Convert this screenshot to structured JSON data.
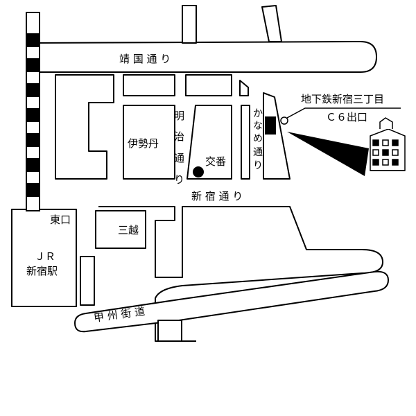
{
  "map": {
    "roads": {
      "yasukuni": "靖 国 通 り",
      "shinjuku": "新 宿 通 り",
      "meiji": [
        "明",
        "治",
        "通",
        "り"
      ],
      "kaname": [
        "か",
        "な",
        "め",
        "通",
        "り"
      ],
      "koshu": "甲 州 街 道"
    },
    "places": {
      "isetan": "伊勢丹",
      "mitsukoshi": "三越",
      "koban": "交番",
      "jr_station_line1": "ＪＲ",
      "jr_station_line2": "新宿駅",
      "east_exit": "東口"
    },
    "exit": {
      "line1": "地下鉄新宿三丁目",
      "line2": "Ｃ６出口"
    },
    "icons": {
      "koban": "filled-circle",
      "exit_marker": "open-circle",
      "station_exit": "black-square",
      "pointer": "black-wedge",
      "railway": "striped-rail",
      "building": "building-sketch"
    },
    "colors": {
      "ink": "#000000",
      "paper": "#ffffff"
    }
  }
}
